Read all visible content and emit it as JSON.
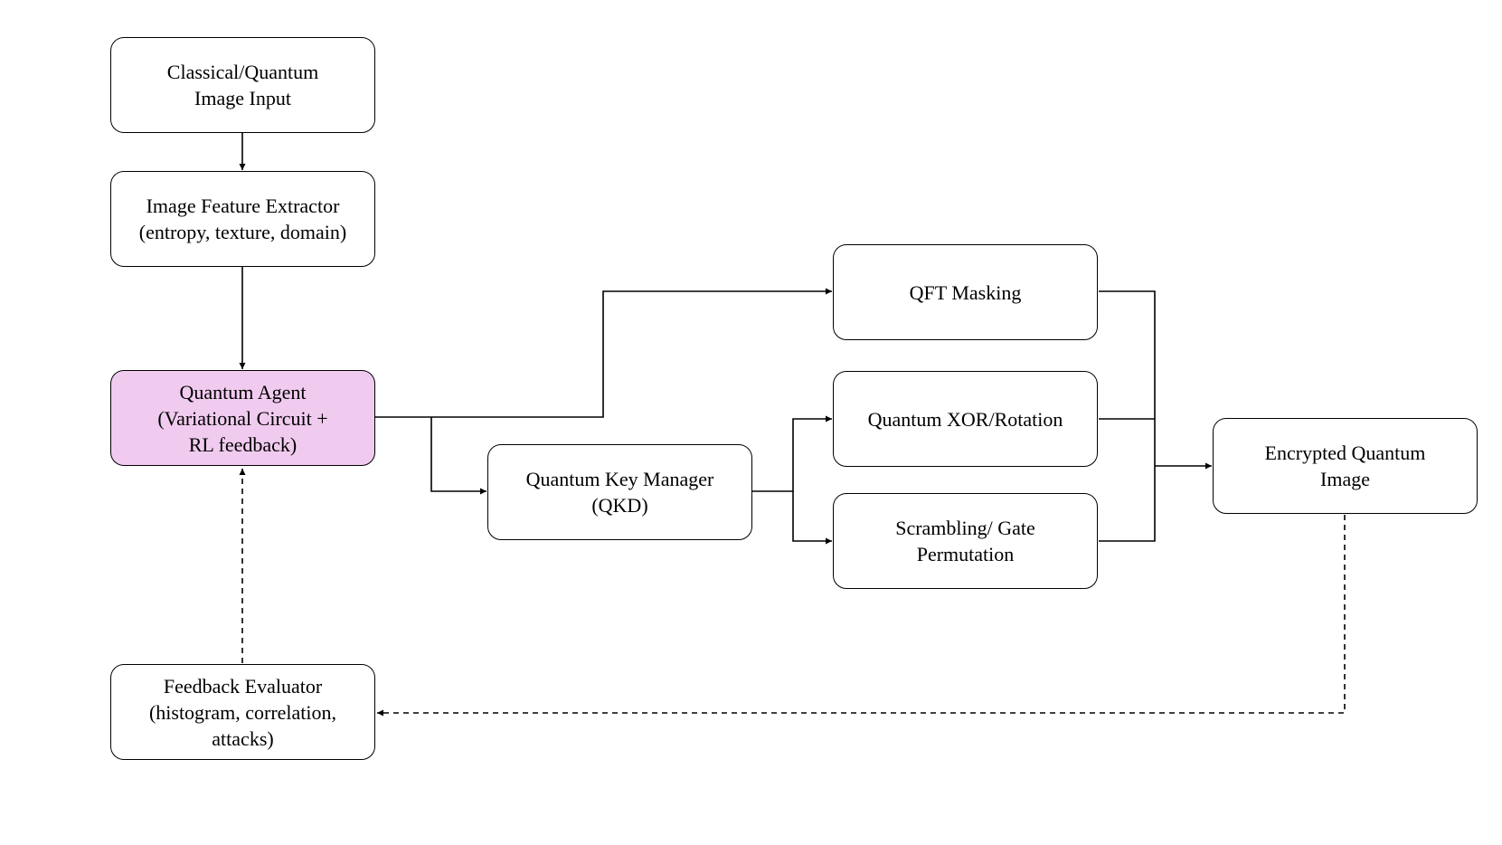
{
  "diagram": {
    "nodes": {
      "image_input": {
        "lines": [
          "Classical/Quantum",
          "Image Input"
        ]
      },
      "feature_extractor": {
        "lines": [
          "Image Feature Extractor",
          "(entropy, texture, domain)"
        ]
      },
      "quantum_agent": {
        "lines": [
          "Quantum Agent",
          "(Variational Circuit +",
          "RL feedback)"
        ]
      },
      "feedback_evaluator": {
        "lines": [
          "Feedback Evaluator",
          "(histogram, correlation,",
          "attacks)"
        ]
      },
      "key_manager": {
        "lines": [
          "Quantum Key Manager",
          "(QKD)"
        ]
      },
      "qft_masking": {
        "lines": [
          "QFT Masking"
        ]
      },
      "xor_rotation": {
        "lines": [
          "Quantum XOR/Rotation"
        ]
      },
      "scrambling": {
        "lines": [
          "Scrambling/ Gate",
          "Permutation"
        ]
      },
      "encrypted_image": {
        "lines": [
          "Encrypted Quantum",
          "Image"
        ]
      }
    },
    "colors": {
      "agent_fill": "#f0cbef",
      "stroke": "#000000"
    }
  }
}
